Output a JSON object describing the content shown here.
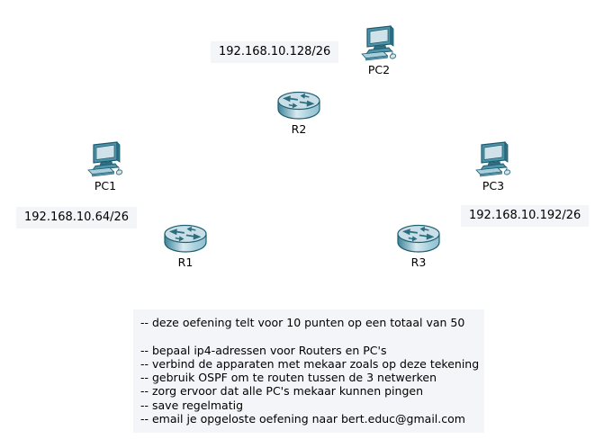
{
  "app": {
    "kind": "network-topology-workspace",
    "background_color": "#ffffff"
  },
  "colors": {
    "annotation_background": "#f4f5f9",
    "text": "#000000",
    "device_outline": "#1f5f71",
    "device_teal": "#4f93aa",
    "device_light": "#cfe2ea"
  },
  "icons": {
    "pc": "pc-icon",
    "router": "router-icon"
  },
  "devices": {
    "pc1": {
      "label": "PC1",
      "type": "pc"
    },
    "pc2": {
      "label": "PC2",
      "type": "pc"
    },
    "pc3": {
      "label": "PC3",
      "type": "pc"
    },
    "r1": {
      "label": "R1",
      "type": "router"
    },
    "r2": {
      "label": "R2",
      "type": "router"
    },
    "r3": {
      "label": "R3",
      "type": "router"
    }
  },
  "network_labels": {
    "net1": {
      "text": "192.168.10.64/26"
    },
    "net2": {
      "text": "192.168.10.128/26"
    },
    "net3": {
      "text": "192.168.10.192/26"
    }
  },
  "notes": {
    "lines": [
      "-- deze oefening telt voor 10 punten op een totaal van 50",
      "",
      "-- bepaal ip4-adressen voor Routers en PC's",
      "-- verbind de apparaten met mekaar zoals op deze tekening",
      "-- gebruik OSPF om te routen tussen de 3 netwerken",
      "-- zorg ervoor dat alle PC's mekaar kunnen pingen",
      "-- save regelmatig",
      "-- email je opgeloste oefening naar bert.educ@gmail.com"
    ]
  }
}
